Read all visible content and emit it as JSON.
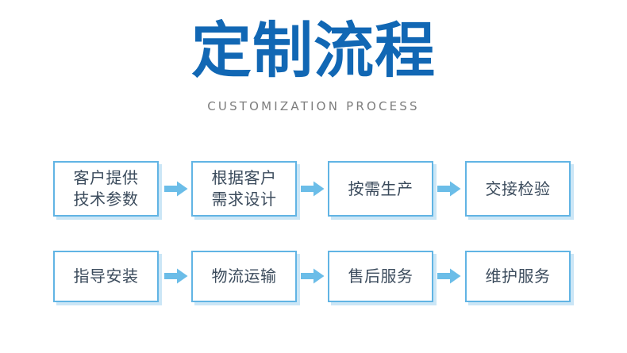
{
  "header": {
    "title": "定制流程",
    "subtitle": "CUSTOMIZATION PROCESS",
    "title_color": "#1167b4",
    "subtitle_color": "#7d7d7d"
  },
  "theme": {
    "background": "#ffffff",
    "box_border": "#61b4e4",
    "box_shadow": "#8cc8eb",
    "box_fill": "#ffffff",
    "box_text": "#3b4b5c",
    "arrow": "#6bbde8"
  },
  "flow": {
    "rows": [
      {
        "id": "row-1",
        "steps": [
          {
            "index": 1,
            "label": "客户提供\n技术参数"
          },
          {
            "index": 2,
            "label": "根据客户\n需求设计"
          },
          {
            "index": 3,
            "label": "按需生产"
          },
          {
            "index": 4,
            "label": "交接检验"
          }
        ],
        "arrows": [
          "arrow-right-icon",
          "arrow-right-icon",
          "arrow-right-icon"
        ]
      },
      {
        "id": "row-2",
        "steps": [
          {
            "index": 5,
            "label": "指导安装"
          },
          {
            "index": 6,
            "label": "物流运输"
          },
          {
            "index": 7,
            "label": "售后服务"
          },
          {
            "index": 8,
            "label": "维护服务"
          }
        ],
        "arrows": [
          "arrow-right-icon",
          "arrow-right-icon",
          "arrow-right-icon"
        ]
      }
    ]
  }
}
